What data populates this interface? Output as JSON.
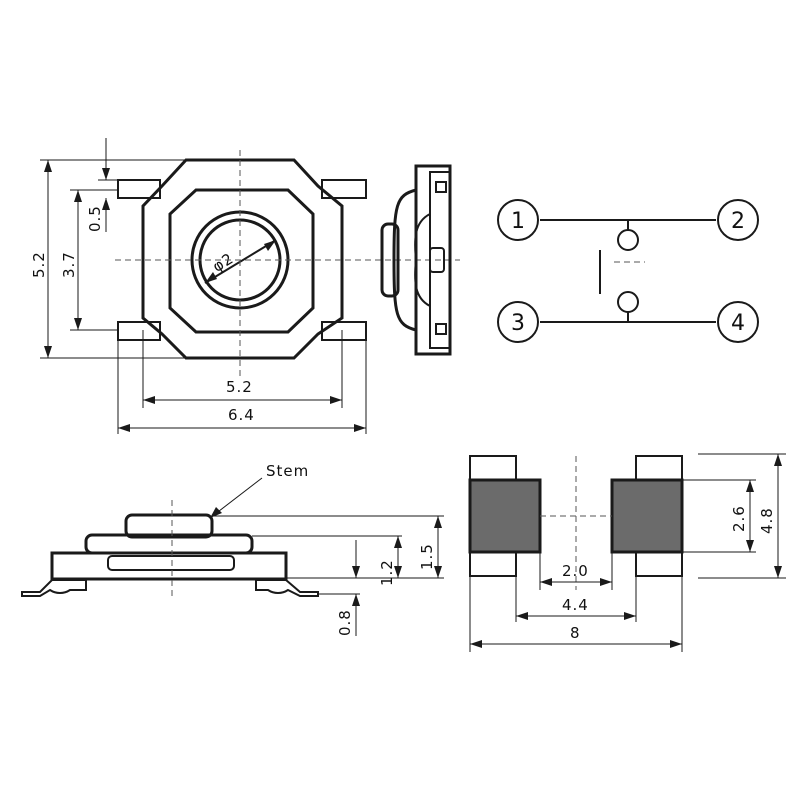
{
  "dimensions": {
    "height_outer": "5.2",
    "height_pin_span": "3.7",
    "pin_width": "0.5",
    "body_width": "5.2",
    "pin_span_width": "6.4",
    "stem_diameter": "φ2",
    "body_height": "1.2",
    "total_height": "1.5",
    "pin_offset": "0.8",
    "pad_height": "2.6",
    "pad_total": "4.8",
    "pad_gap": "2.0",
    "pad_span_inner": "4.4",
    "pad_span_total": "8"
  },
  "labels": {
    "stem": "Stem"
  },
  "pins": [
    "1",
    "2",
    "3",
    "4"
  ],
  "colors": {
    "line": "#1a1a1a",
    "pad_fill": "#6b6b6b",
    "background": "#ffffff"
  }
}
